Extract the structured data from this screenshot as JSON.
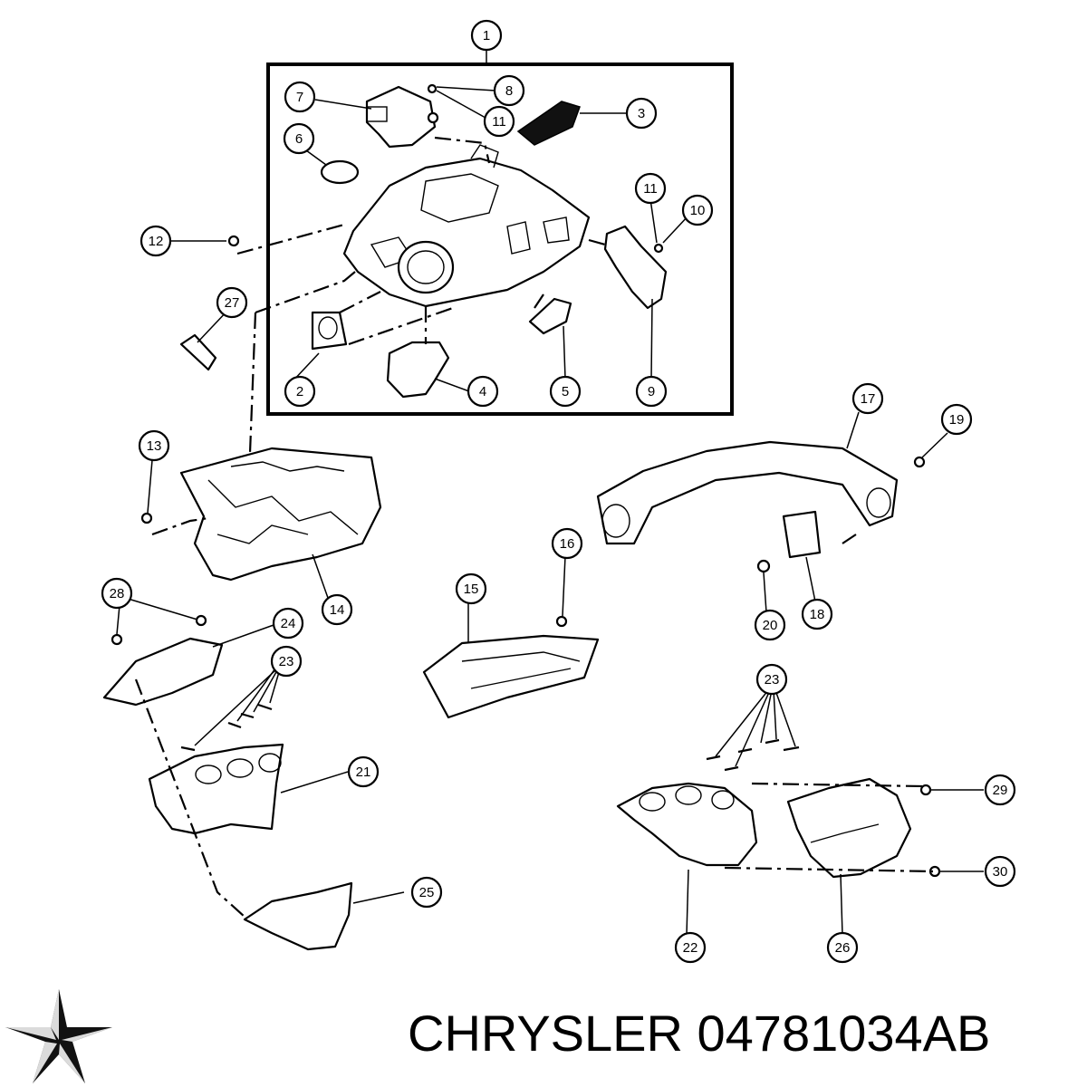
{
  "brand": {
    "caption": "CHRYSLER 04781034AB"
  },
  "logo_icon": "pentastar-logo-icon",
  "callouts": [
    {
      "id": "1",
      "label": "1"
    },
    {
      "id": "2",
      "label": "2"
    },
    {
      "id": "3",
      "label": "3"
    },
    {
      "id": "4",
      "label": "4"
    },
    {
      "id": "5",
      "label": "5"
    },
    {
      "id": "6",
      "label": "6"
    },
    {
      "id": "7",
      "label": "7"
    },
    {
      "id": "8",
      "label": "8"
    },
    {
      "id": "9",
      "label": "9"
    },
    {
      "id": "10",
      "label": "10"
    },
    {
      "id": "11a",
      "label": "11"
    },
    {
      "id": "11b",
      "label": "11"
    },
    {
      "id": "12",
      "label": "12"
    },
    {
      "id": "13",
      "label": "13"
    },
    {
      "id": "14",
      "label": "14"
    },
    {
      "id": "15",
      "label": "15"
    },
    {
      "id": "16",
      "label": "16"
    },
    {
      "id": "17",
      "label": "17"
    },
    {
      "id": "18",
      "label": "18"
    },
    {
      "id": "19",
      "label": "19"
    },
    {
      "id": "20",
      "label": "20"
    },
    {
      "id": "21",
      "label": "21"
    },
    {
      "id": "22",
      "label": "22"
    },
    {
      "id": "23a",
      "label": "23"
    },
    {
      "id": "23b",
      "label": "23"
    },
    {
      "id": "24",
      "label": "24"
    },
    {
      "id": "25",
      "label": "25"
    },
    {
      "id": "26",
      "label": "26"
    },
    {
      "id": "27",
      "label": "27"
    },
    {
      "id": "28",
      "label": "28"
    },
    {
      "id": "29",
      "label": "29"
    },
    {
      "id": "30",
      "label": "30"
    }
  ],
  "colors": {
    "line": "#000000",
    "background": "#ffffff"
  }
}
